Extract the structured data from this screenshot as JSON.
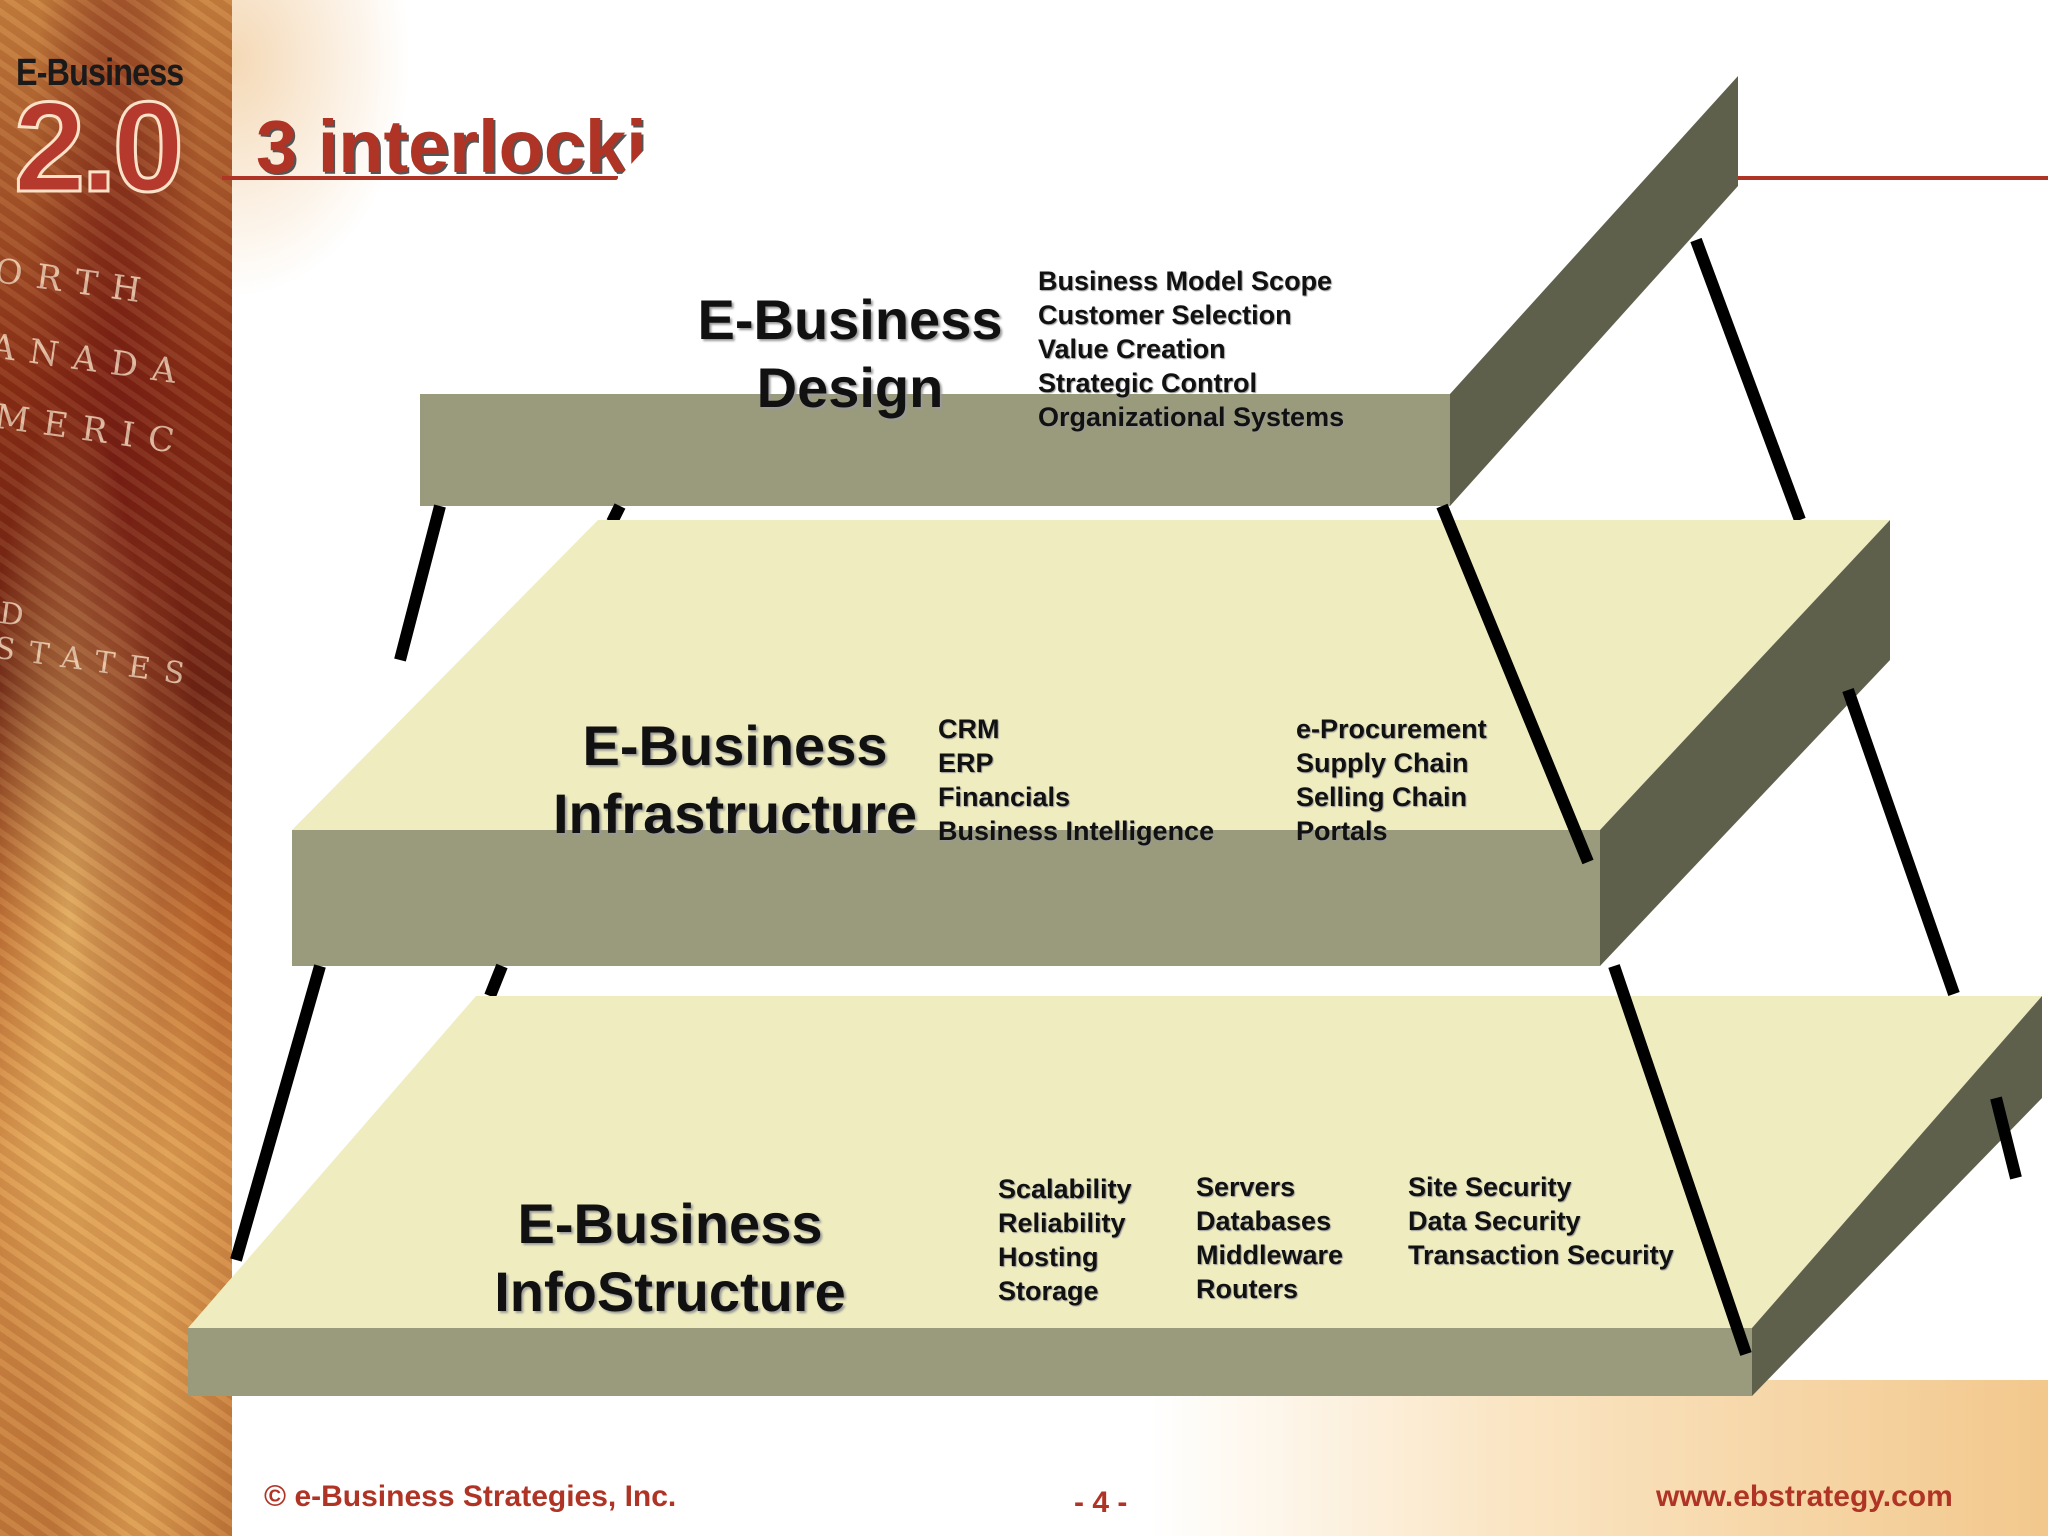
{
  "logo": {
    "top_text": "E-Business",
    "big_text": "2.0"
  },
  "title": "3 interlocki",
  "layers": [
    {
      "title_line1": "E-Business",
      "title_line2": "Design",
      "groups": [
        [
          "Business Model Scope",
          "Customer Selection",
          "Value Creation",
          "Strategic Control",
          "Organizational Systems"
        ]
      ]
    },
    {
      "title_line1": "E-Business",
      "title_line2": "Infrastructure",
      "groups": [
        [
          "CRM",
          "ERP",
          "Financials",
          "Business Intelligence"
        ],
        [
          "e-Procurement",
          "Supply Chain",
          "Selling Chain",
          "Portals"
        ]
      ]
    },
    {
      "title_line1": "E-Business",
      "title_line2": "InfoStructure",
      "groups": [
        [
          "Scalability",
          "Reliability",
          "Hosting",
          "Storage"
        ],
        [
          "Servers",
          "Databases",
          "Middleware",
          "Routers"
        ],
        [
          "Site Security",
          "Data Security",
          "Transaction Security"
        ]
      ]
    }
  ],
  "footer": {
    "copyright": "© e-Business Strategies, Inc.",
    "page": "- 4 -",
    "url": "www.ebstrategy.com"
  },
  "colors": {
    "title": "#b03425",
    "platform_top": "#efedbf",
    "platform_front": "#9a9a7c",
    "platform_side": "#5f604c"
  }
}
